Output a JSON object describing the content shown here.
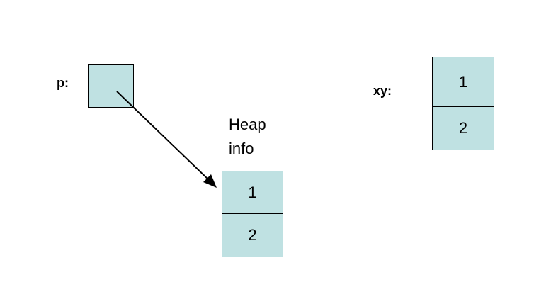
{
  "pointer": {
    "label": "p:"
  },
  "heap": {
    "info_line1": "Heap",
    "info_line2": "info",
    "cells": [
      "1",
      "2"
    ]
  },
  "xy": {
    "label": "xy:",
    "cells": [
      "1",
      "2"
    ]
  },
  "colors": {
    "cell_fill": "#bfe1e2",
    "stroke": "#000000"
  }
}
